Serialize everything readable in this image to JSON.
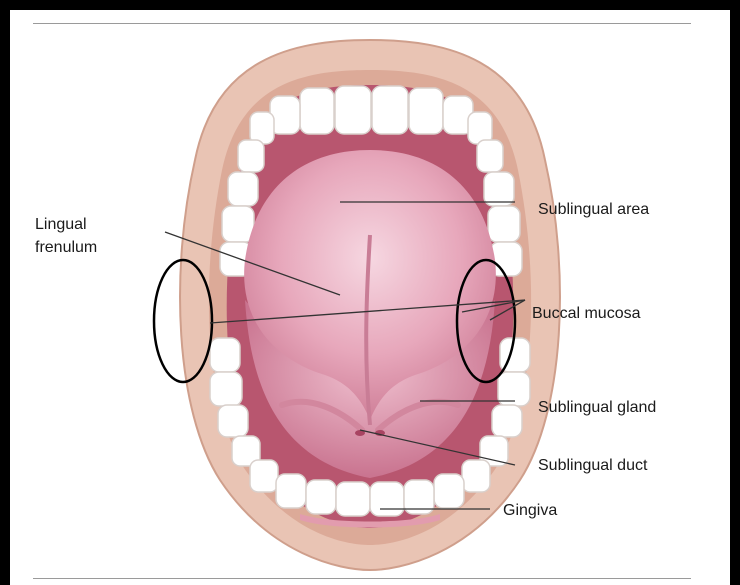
{
  "labels": {
    "lingual_frenulum": [
      "Lingual",
      "frenulum"
    ],
    "sublingual_area": "Sublingual area",
    "buccal_mucosa": "Buccal mucosa",
    "sublingual_gland": "Sublingual gland",
    "sublingual_duct": "Sublingual duct",
    "gingiva": "Gingiva"
  },
  "colors": {
    "border": "#000000",
    "lip": "#e9c4b4",
    "lip_shadow": "#d9a997",
    "cavity": "#c0627e",
    "tongue": "#e7a7bb",
    "teeth": "#ffffff",
    "leader": "#333333"
  }
}
